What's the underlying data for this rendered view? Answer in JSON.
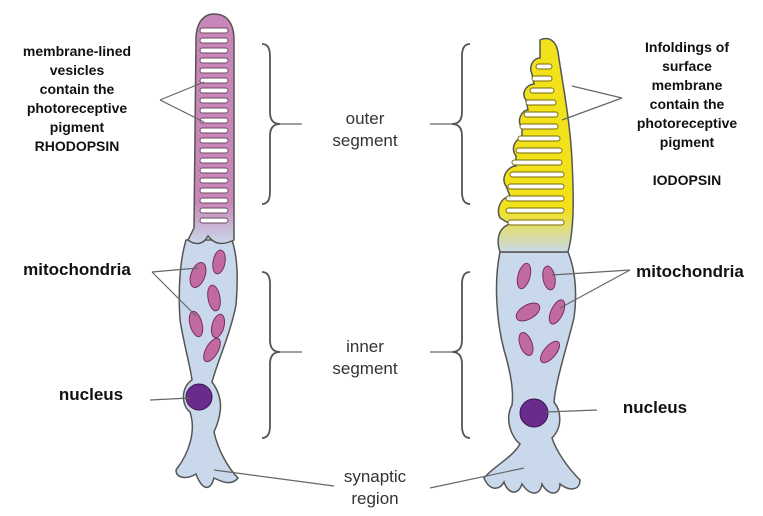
{
  "rod_labels": {
    "pigment_desc": "membrane-lined\nvesicles\ncontain the\nphotoreceptive\npigment",
    "pigment_name": "RHODOPSIN",
    "mitochondria": "mitochondria",
    "nucleus": "nucleus"
  },
  "cone_labels": {
    "pigment_desc": "Infoldings of\nsurface\nmembrane\ncontain the\nphotoreceptive\npigment",
    "pigment_name": "IODOPSIN",
    "mitochondria": "mitochondria",
    "nucleus": "nucleus"
  },
  "segments": {
    "outer": "outer\nsegment",
    "inner": "inner\nsegment",
    "synaptic": "synaptic\nregion"
  },
  "colors": {
    "rod_outer": "#c986b8",
    "cone_outer": "#f2e21c",
    "cell_body": "#c9d8ea",
    "outline": "#555555",
    "mitochondria": "#c06aa0",
    "nucleus": "#6a2c8c",
    "leader": "#666666"
  }
}
